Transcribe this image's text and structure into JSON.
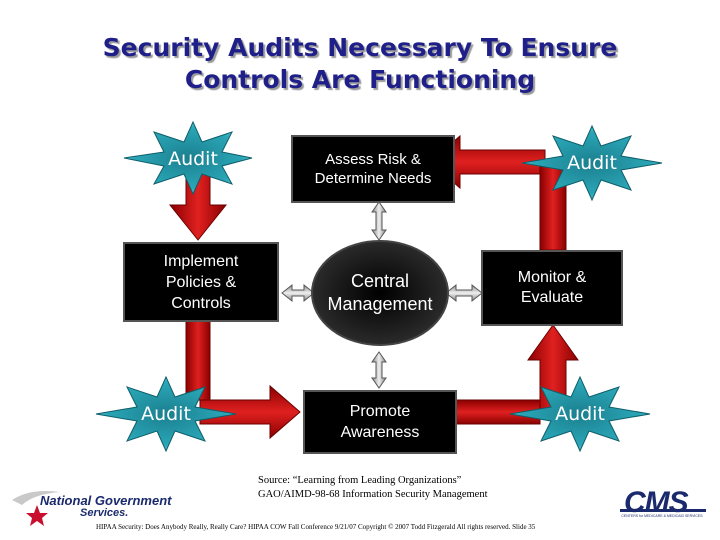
{
  "title": {
    "line1": "Security Audits Necessary To Ensure",
    "line2": "Controls Are Functioning"
  },
  "nodes": {
    "assess": "Assess Risk &\nDetermine Needs",
    "implement": "Implement\nPolicies &\nControls",
    "central": "Central\nManagement",
    "monitor": "Monitor &\nEvaluate",
    "promote": "Promote\nAwareness"
  },
  "audits": {
    "top_left": "Audit",
    "top_right": "Audit",
    "bottom_left": "Audit",
    "bottom_right": "Audit"
  },
  "source": "Source: “Learning from Leading Organizations”\nGAO/AIMD-98-68 Information Security Management",
  "footer": "HIPAA Security: Does Anybody Really, Really Care? HIPAA COW Fall Conference 9/21/07 Copyright © 2007 Todd Fitzgerald All rights reserved. Slide 35",
  "logos": {
    "ngs_line1": "National Government",
    "ngs_line2": "Services.",
    "cms": "CMS",
    "cms_sub": "CENTERS for MEDICARE & MEDICAID SERVICES"
  },
  "colors": {
    "box": "#000000",
    "arrow_red": "#d41414",
    "starburst": "#2aa6b6",
    "starburst_light": "#8fe3ec",
    "title": "#1f1f8a"
  }
}
